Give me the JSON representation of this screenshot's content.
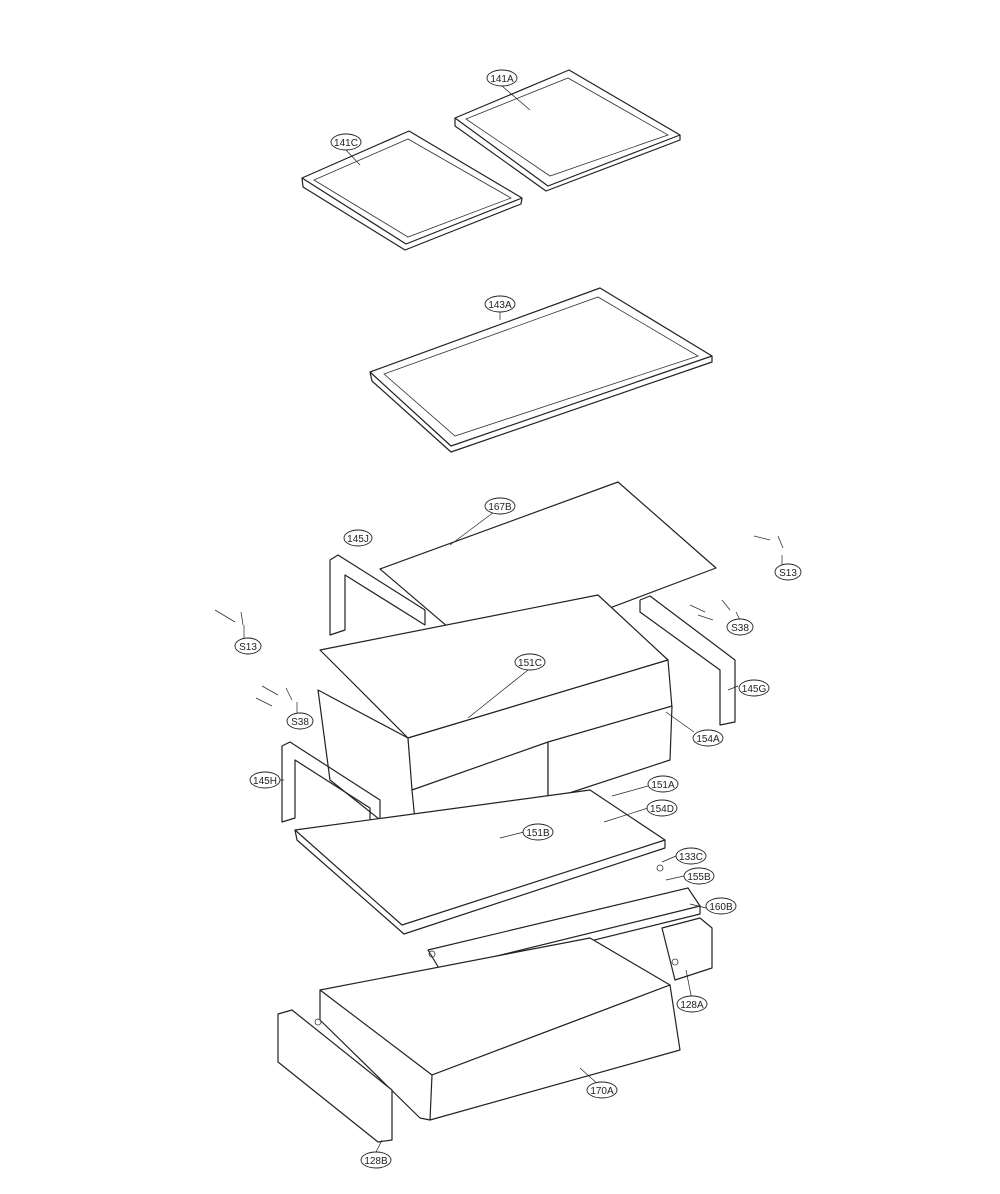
{
  "labels": {
    "p141A": "141A",
    "p141C": "141C",
    "p143A": "143A",
    "p167B": "167B",
    "p145J": "145J",
    "pS13a": "S13",
    "pS13b": "S13",
    "pS38a": "S38",
    "pS38b": "S38",
    "p151C": "151C",
    "p145G": "145G",
    "p154A": "154A",
    "p145H": "145H",
    "p151A": "151A",
    "p154D": "154D",
    "p151B": "151B",
    "p133C": "133C",
    "p155B": "155B",
    "p160B": "160B",
    "p128A": "128A",
    "p170A": "170A",
    "p128B": "128B"
  }
}
